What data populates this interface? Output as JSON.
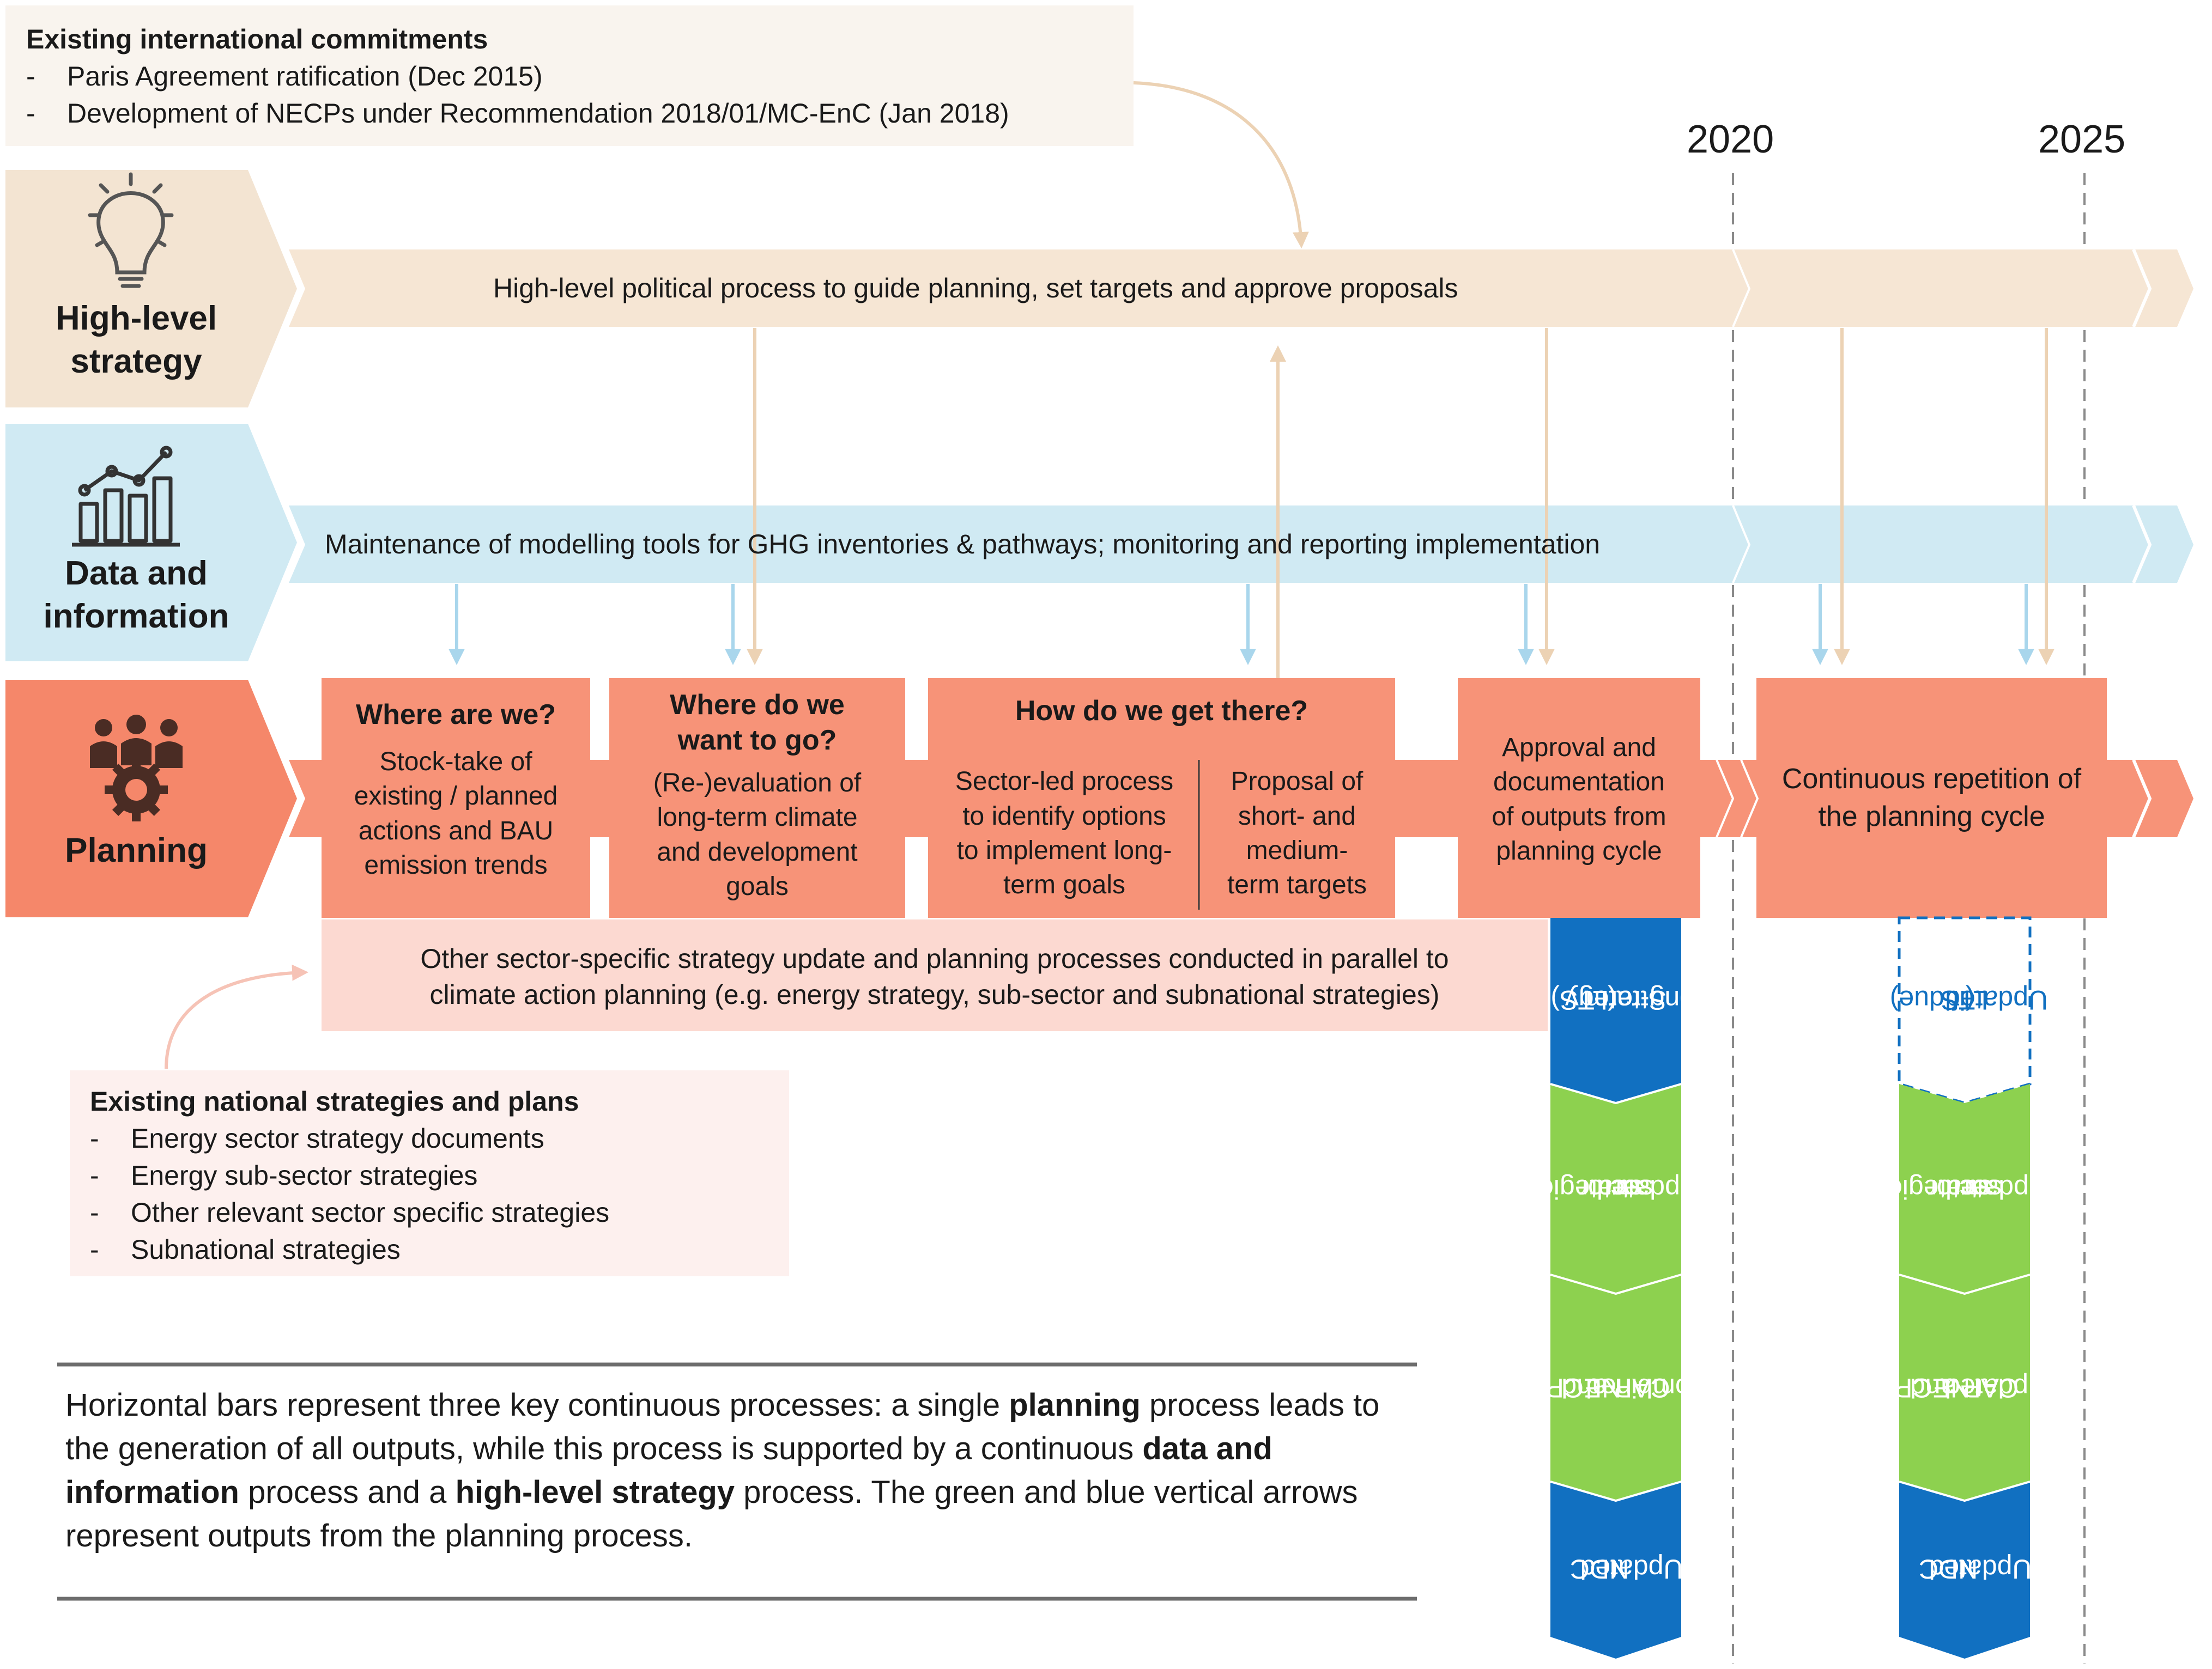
{
  "years": [
    "2020",
    "2025"
  ],
  "international": {
    "title": "Existing international commitments",
    "items": [
      "Paris Agreement ratification (Dec 2015)",
      "Development of NECPs under Recommendation 2018/01/MC-EnC (Jan 2018)"
    ]
  },
  "lanes": {
    "strategy": {
      "label_line1": "High-level",
      "label_line2": "strategy",
      "icon": "lightbulb-icon",
      "bar_text": "High-level political process to guide planning, set targets and approve proposals"
    },
    "data": {
      "label_line1": "Data and",
      "label_line2": "information",
      "icon": "bar-chart-icon",
      "bar_text": "Maintenance of modelling tools for GHG inventories & pathways; monitoring and reporting implementation"
    },
    "planning": {
      "label": "Planning",
      "icon": "team-gear-icon"
    }
  },
  "steps": {
    "where_are_we": {
      "title": "Where are we?",
      "body": [
        "Stock-take of",
        "existing / planned",
        "actions and BAU",
        "emission trends"
      ]
    },
    "where_to_go": {
      "title": [
        "Where do we",
        "want to go?"
      ],
      "body": [
        "(Re-)evaluation of",
        "long-term climate",
        "and development",
        "goals"
      ]
    },
    "how_get_there": {
      "title": "How do we get there?",
      "left": [
        "Sector-led process",
        "to identify options",
        "to implement long-",
        "term goals"
      ],
      "right": [
        "Proposal of",
        "short- and",
        "medium-",
        "term targets"
      ]
    },
    "approval": {
      "body": [
        "Approval and",
        "documentation",
        "of outputs from",
        "planning cycle"
      ]
    },
    "repetition": {
      "body": [
        "Continuous repetition of",
        "the planning cycle"
      ]
    }
  },
  "parallel": {
    "lines": [
      "Other sector-specific strategy update and planning processes conducted in parallel to",
      "climate action planning (e.g. energy strategy, sub-sector and subnational strategies)"
    ]
  },
  "national": {
    "title": "Existing national strategies and plans",
    "items": [
      "Energy sector strategy documents",
      "Energy sub-sector strategies",
      "Other relevant sector specific strategies",
      "Subnational strategies"
    ]
  },
  "outputs_2020": [
    {
      "lines": [
        "Long-term",
        "Strategy",
        "(LTS)"
      ],
      "kind": "blue"
    },
    {
      "lines": [
        "Updated",
        "sector",
        "strategies"
      ],
      "kind": "green"
    },
    {
      "lines": [
        "Combined",
        "CAP and",
        "NECP"
      ],
      "kind": "green"
    },
    {
      "lines": [
        "Updated",
        "NDC"
      ],
      "kind": "blue"
    }
  ],
  "outputs_2025": [
    {
      "lines": [
        "Updated",
        "LTS",
        "(if due)"
      ],
      "kind": "dashed"
    },
    {
      "lines": [
        "Updated",
        "sector",
        "strategies"
      ],
      "kind": "green"
    },
    {
      "lines": [
        "Updated",
        "CAP and",
        "NECP"
      ],
      "kind": "green"
    },
    {
      "lines": [
        "Updated",
        "NDC"
      ],
      "kind": "blue"
    }
  ],
  "caption": {
    "p1": "Horizontal bars represent three key continuous processes: a single ",
    "b1": "planning",
    "p2": " process leads to the generation of all outputs, while this process is supported by a continuous ",
    "b2": "data and information",
    "p3": " process and a ",
    "b3": "high-level strategy",
    "p4": " process. The green and blue vertical arrows represent outputs from the planning process."
  },
  "colors": {
    "strategy": "#f3e4d2",
    "strategy_bar": "#f6e6d4",
    "data": "#d0eaf3",
    "planning": "#f5876a",
    "planning_box": "#f79378",
    "parallel": "#fcd9d1",
    "national": "#fdf0ee",
    "intl": "#f9f4ee",
    "green": "#8dd14f",
    "blue": "#1170c1",
    "arrow_tan": "#f0d8bd",
    "arrow_blue": "#b6dcee"
  }
}
